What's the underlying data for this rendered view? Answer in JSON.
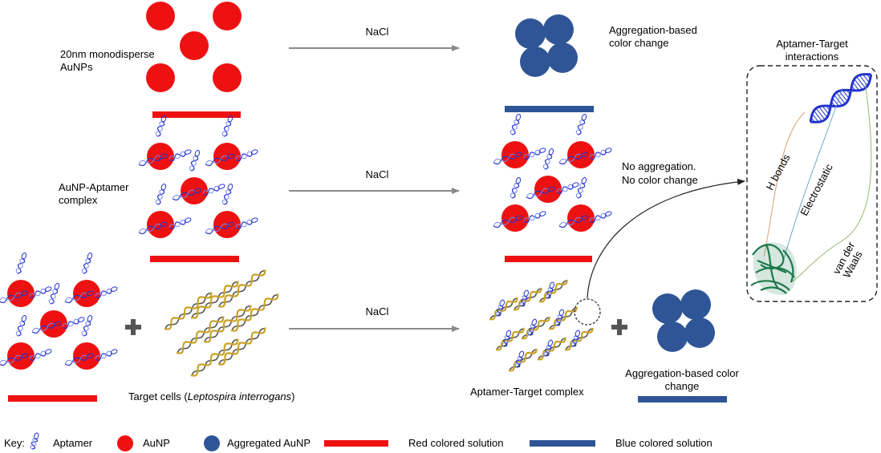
{
  "rows": {
    "row1": {
      "label_line1": "20nm monodisperse",
      "label_line2": "AuNPs",
      "reagent": "NaCl",
      "result_line1": "Aggregation-based",
      "result_line2": "color change"
    },
    "row2": {
      "label_line1": "AuNP-Aptamer",
      "label_line2": "complex",
      "reagent": "NaCl",
      "result_line1": "No aggregation.",
      "result_line2": "No color change"
    },
    "row3": {
      "target_prefix": "Target cells (",
      "target_species": "Leptospira interrogans",
      "target_suffix": ")",
      "reagent": "NaCl",
      "complex_label": "Aptamer-Target complex",
      "result_line1": "Aggregation-based color",
      "result_line2": "change"
    }
  },
  "inset": {
    "title_line1": "Aptamer-Target",
    "title_line2": "interactions",
    "hbonds": "H bonds",
    "electrostatic": "Electrostatic",
    "vdw_line1": "van der",
    "vdw_line2": "Waals"
  },
  "key": {
    "heading": "Key:",
    "aptamer": "Aptamer",
    "aunp": "AuNP",
    "aggregated": "Aggregated AuNP",
    "red_solution": "Red colored solution",
    "blue_solution": "Blue colored solution"
  },
  "colors": {
    "aunp_red": "#ee1111",
    "aggregate_blue": "#2f5597",
    "aptamer_blue": "#2233cc",
    "target_gold": "#c9a227",
    "target_dark": "#555555",
    "protein_green": "#1e7a4c",
    "arrow_gray": "#8a8a8a"
  }
}
